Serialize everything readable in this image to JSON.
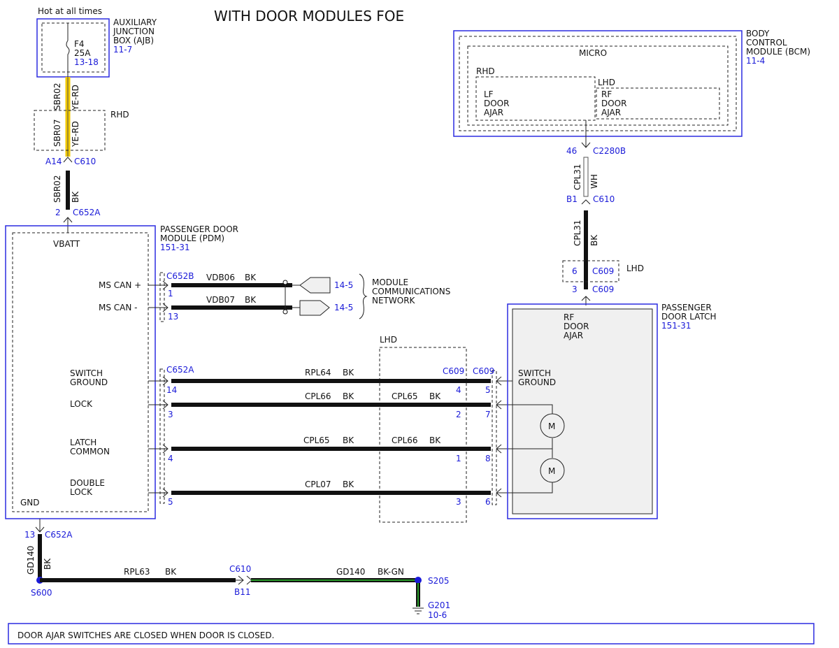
{
  "title": "WITH DOOR MODULES FOE",
  "note": "DOOR AJAR SWITCHES ARE CLOSED WHEN DOOR IS CLOSED.",
  "ajb": {
    "hot_label": "Hot at all times",
    "fuse": "F4",
    "amps": "25A",
    "fuse_ref": "13-18",
    "name_lines": [
      "AUXILIARY",
      "JUNCTION",
      "BOX (AJB)"
    ],
    "ref": "11-7"
  },
  "rhd_label": "RHD",
  "lhd_label": "LHD",
  "wires": {
    "sbr02": "SBR02",
    "sbr07": "SBR07",
    "ye_rd": "YE-RD",
    "bk": "BK",
    "cpl31": "CPL31",
    "wh": "WH",
    "vdb06": "VDB06",
    "vdb07": "VDB07",
    "rpl64": "RPL64",
    "cpl66": "CPL66",
    "cpl65": "CPL65",
    "cpl07": "CPL07",
    "rpl63": "RPL63",
    "gd140": "GD140",
    "bk_gn": "BK-GN"
  },
  "connectors": {
    "c610": "C610",
    "c652a": "C652A",
    "c652b": "C652B",
    "c609": "C609",
    "c2280b": "C2280B"
  },
  "pins": {
    "a14": "A14",
    "p2": "2",
    "p46": "46",
    "b1": "B1",
    "p6": "6",
    "p3": "3",
    "p1": "1",
    "p13": "13",
    "p14": "14",
    "p4": "4",
    "p5": "5",
    "p7": "7",
    "p8": "8",
    "b11": "B11"
  },
  "bcm": {
    "name_lines": [
      "BODY",
      "CONTROL",
      "MODULE (BCM)"
    ],
    "ref": "11-4",
    "micro": "MICRO",
    "lf_lines": [
      "LF",
      "DOOR",
      "AJAR"
    ],
    "rf_lines": [
      "RF",
      "DOOR",
      "AJAR"
    ]
  },
  "pdm": {
    "name_lines": [
      "PASSENGER DOOR",
      "MODULE (PDM)"
    ],
    "ref": "151-31",
    "vbatt": "VBATT",
    "ms_can_plus": "MS CAN +",
    "ms_can_minus": "MS CAN -",
    "switch_ground": [
      "SWITCH",
      "GROUND"
    ],
    "lock": "LOCK",
    "latch_common": [
      "LATCH",
      "COMMON"
    ],
    "double_lock": [
      "DOUBLE",
      "LOCK"
    ],
    "gnd": "GND"
  },
  "network": {
    "ref": "14-5",
    "lines": [
      "MODULE",
      "COMMUNICATIONS",
      "NETWORK"
    ]
  },
  "latch": {
    "name_lines": [
      "PASSENGER",
      "DOOR LATCH"
    ],
    "ref": "151-31",
    "rf_lines": [
      "RF",
      "DOOR",
      "AJAR"
    ],
    "switch_ground": [
      "SWITCH",
      "GROUND"
    ],
    "motor": "M"
  },
  "ground": {
    "s600": "S600",
    "s205": "S205",
    "g201": "G201",
    "g201_ref": "10-6"
  }
}
